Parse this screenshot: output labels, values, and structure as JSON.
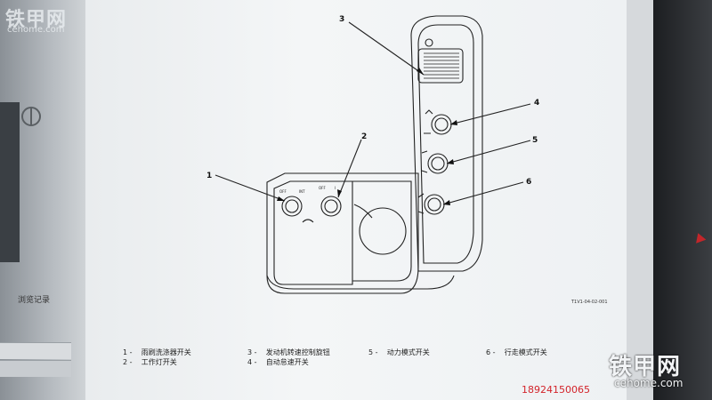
{
  "watermark": {
    "brand": "铁甲网",
    "site": "cehome.com"
  },
  "left_panel": {
    "footer_text": "浏览记录"
  },
  "figure": {
    "callouts": [
      "3",
      "2",
      "1",
      "4",
      "5",
      "6"
    ],
    "panel_labels": {
      "off_int_1": "OFF",
      "off_int_2": "INT",
      "off_2": "OFF",
      "one_2": "I"
    },
    "figure_code": "T1V1-04-02-001"
  },
  "legend": {
    "items": [
      {
        "num": "1 -",
        "text": "雨刷洗涤器开关"
      },
      {
        "num": "2 -",
        "text": "工作灯开关"
      },
      {
        "num": "3 -",
        "text": "发动机转速控制旋钮"
      },
      {
        "num": "4 -",
        "text": "自动怠速开关"
      },
      {
        "num": "5 -",
        "text": "动力模式开关"
      },
      {
        "num": "6 -",
        "text": "行走模式开关"
      }
    ]
  },
  "phone": "18924150065",
  "colors": {
    "paper": "#f4f6f7",
    "ink": "#111111",
    "phone_red": "#d3232a"
  }
}
